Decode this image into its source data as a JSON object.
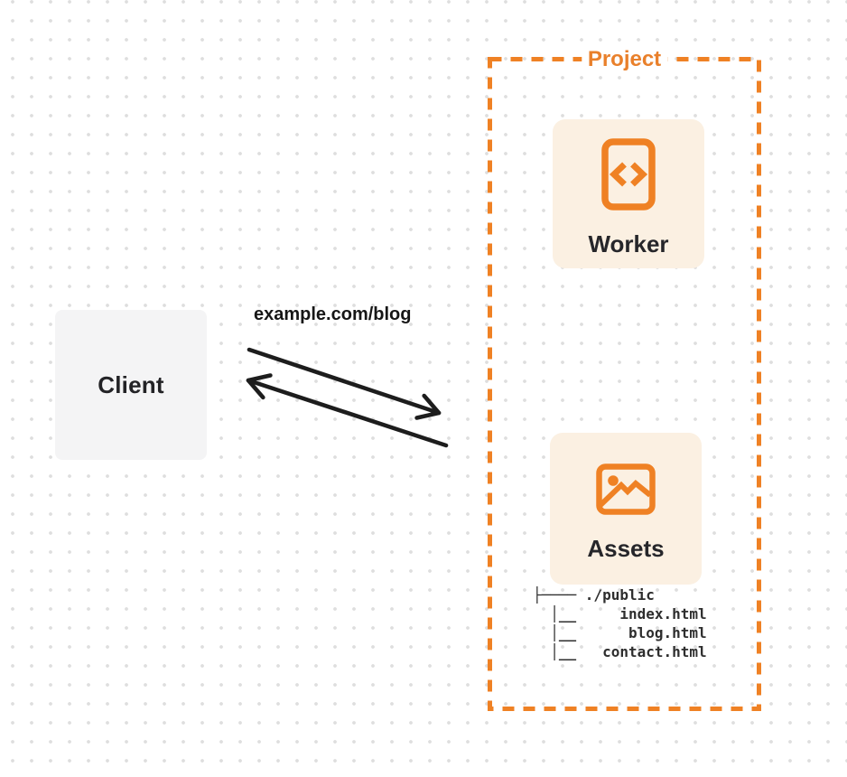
{
  "client": {
    "label": "Client"
  },
  "request_label": "example.com/blog",
  "project": {
    "label": "Project",
    "worker": {
      "label": "Worker",
      "icon": "code-file-icon"
    },
    "assets": {
      "label": "Assets",
      "icon": "image-icon"
    },
    "file_tree": {
      "lines": [
        "├──── ./public",
        "  │__     index.html",
        "  │__      blog.html",
        "  │__   contact.html"
      ]
    }
  },
  "colors": {
    "accent_orange": "#EF8124",
    "card_background": "#FBF0E2",
    "client_background": "#F4F4F5",
    "arrow_black": "#1D1D1D",
    "text_dark": "#26262A",
    "dot_grid": "#DEDEDE"
  }
}
